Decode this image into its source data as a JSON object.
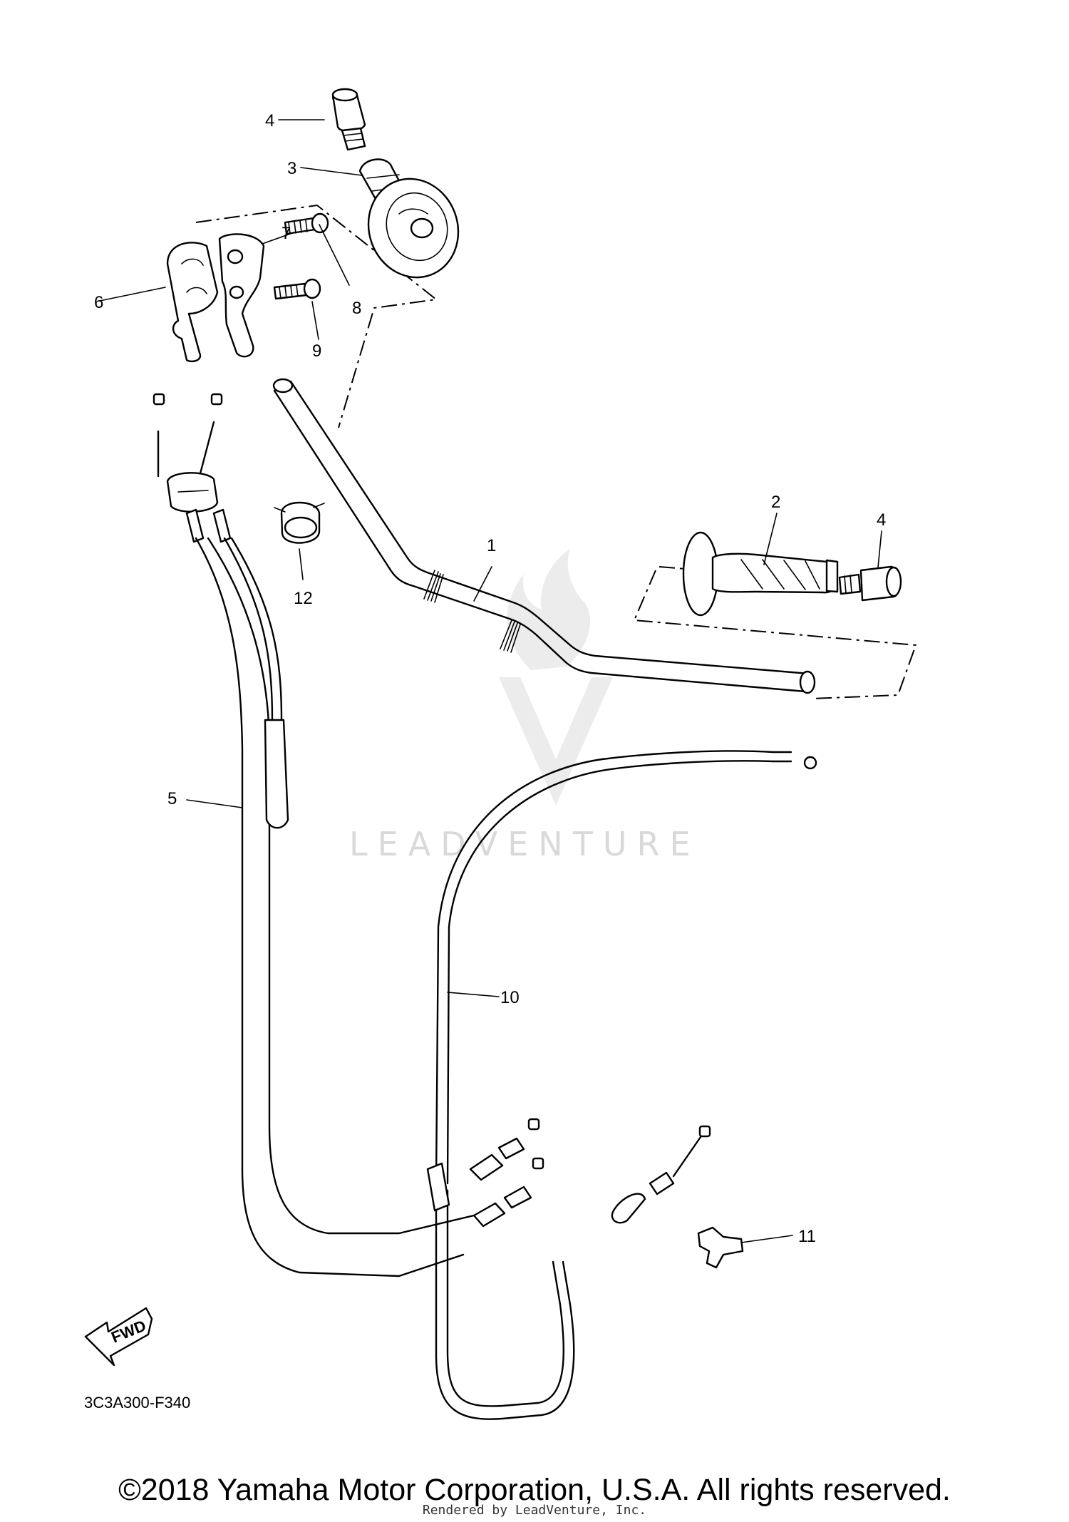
{
  "diagram": {
    "diagram_code": "3C3A300-F340",
    "forward_marker": "FWD",
    "watermark": "LEADVENTURE",
    "callouts": [
      "1",
      "2",
      "3",
      "4",
      "4",
      "5",
      "6",
      "7",
      "8",
      "9",
      "10",
      "11",
      "12"
    ]
  },
  "footer": {
    "copyright": "©2018 Yamaha Motor Corporation, U.S.A. All rights reserved.",
    "rendered_by": "Rendered by LeadVenture, Inc."
  }
}
